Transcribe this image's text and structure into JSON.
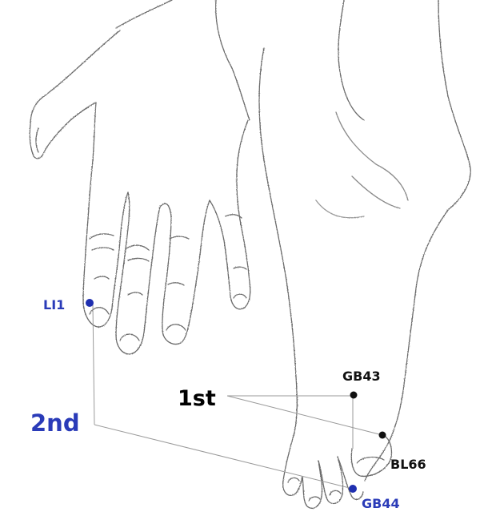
{
  "labels": {
    "li1": "LI1",
    "gb43": "GB43",
    "bl66": "BL66",
    "gb44": "GB44",
    "first": "1st",
    "second": "2nd"
  },
  "colors": {
    "blue_point": "#1f2fb0",
    "blue_text": "#2a3bb8",
    "black_point": "#111111",
    "line": "#9a9a9a",
    "sketch": "#6a6a6a"
  }
}
